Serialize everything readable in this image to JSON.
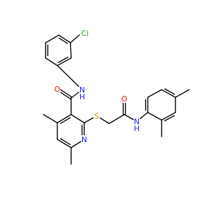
{
  "colors": {
    "bond": "#000000",
    "background": "#ffffff",
    "N": "#1a1aff",
    "O": "#ff0d0d",
    "S": "#c8a000",
    "Cl": "#2ca02c"
  },
  "atoms": [
    {
      "id": "cl",
      "element": "Cl",
      "label": "Cl"
    },
    {
      "id": "amide_nh",
      "element": "N",
      "label": "N",
      "sublabel": "H"
    },
    {
      "id": "amide_o",
      "element": "O",
      "label": "O"
    },
    {
      "id": "ring_n",
      "element": "N",
      "label": "N"
    },
    {
      "id": "thioether_s",
      "element": "S",
      "label": "S"
    },
    {
      "id": "acetamide_o",
      "element": "O",
      "label": "O"
    },
    {
      "id": "acetamide_nh",
      "element": "N",
      "label": "N",
      "sublabel": "H"
    }
  ]
}
